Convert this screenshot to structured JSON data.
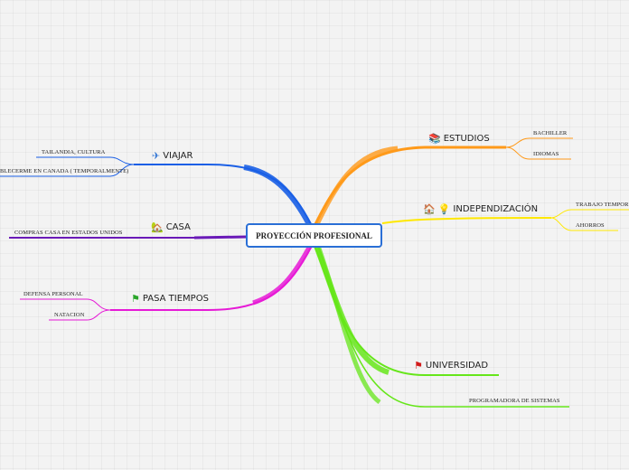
{
  "center": {
    "label": "PROYECCIÓN PROFESIONAL"
  },
  "branches": {
    "estudios": {
      "label": "ESTUDIOS",
      "icon": "books-icon",
      "color": "#ff9a1a",
      "children": [
        "BACHILLER",
        "IDIOMAS"
      ]
    },
    "independizacion": {
      "label": "INDEPENDIZACIÓN",
      "icon": "house-lightbulb-icon",
      "color": "#ffe800",
      "children": [
        "TRABAJO TEMPOR",
        "AHORROS"
      ]
    },
    "universidad": {
      "label": "UNIVERSIDAD",
      "icon": "red-flag-icon",
      "color": "#66e61a",
      "children": [
        "PROGRAMADORA DE SISTEMAS"
      ]
    },
    "viajar": {
      "label": "VIAJAR",
      "icon": "airplane-icon",
      "color": "#1a5fe6",
      "children": [
        "TAILANDIA, CULTURA",
        "BLECERME EN CANADA ( TEMPORALMENTE)"
      ]
    },
    "casa": {
      "label": "CASA",
      "icon": "house-tree-icon",
      "color": "#6a1ab8",
      "children": [
        "COMPRAS CASA EN ESTADOS UNIDOS"
      ]
    },
    "pasatiempos": {
      "label": "PASA TIEMPOS",
      "icon": "green-flag-icon",
      "color": "#e61ad6",
      "children": [
        "DEFENSA PERSONAL",
        "NATACION"
      ]
    }
  }
}
